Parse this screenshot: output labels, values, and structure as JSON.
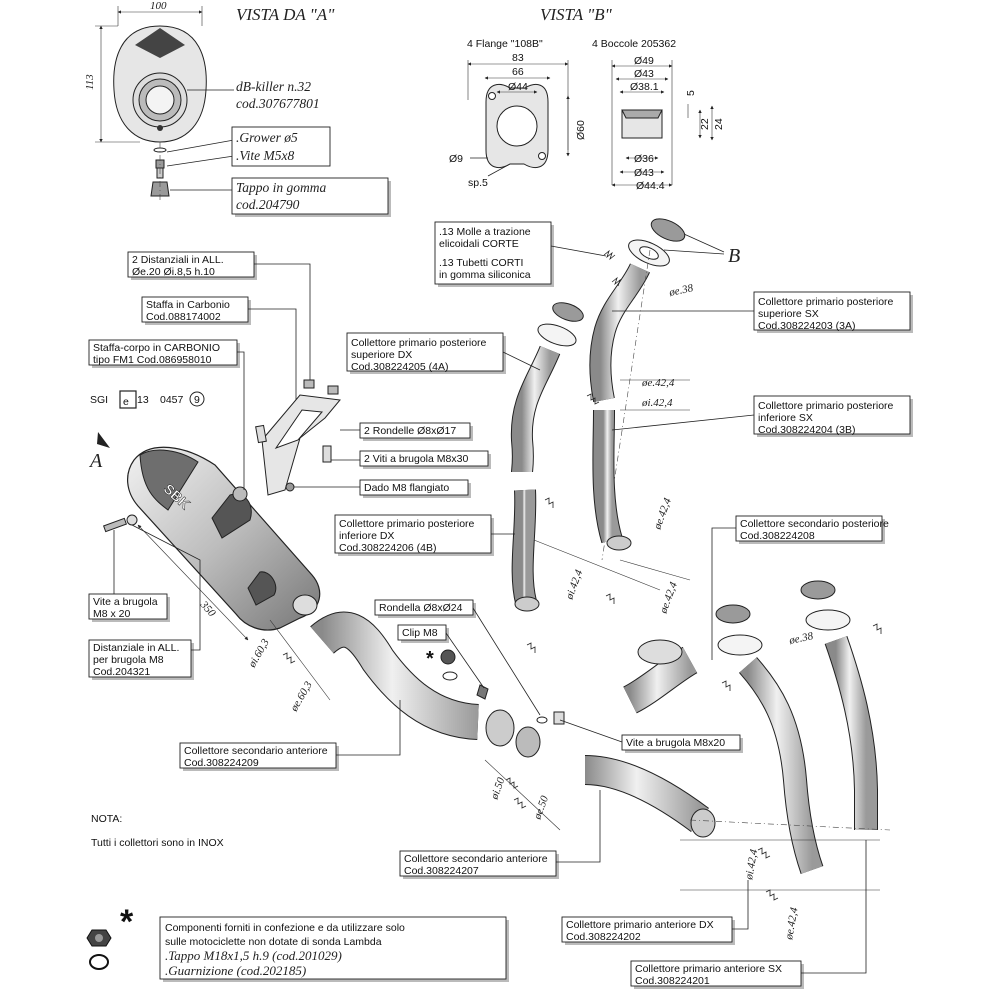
{
  "views": {
    "a_title": "VISTA DA \"A\"",
    "b_title": "VISTA \"B\"",
    "a_width": "100",
    "a_height": "113"
  },
  "view_b": {
    "flange_title": "4 Flange \"108B\"",
    "bushing_title": "4 Boccole 205362",
    "flange_dims": [
      "83",
      "66",
      "Ø44",
      "Ø60",
      "Ø9",
      "sp.5"
    ],
    "bushing_dims": [
      "Ø49",
      "Ø43",
      "Ø38.1",
      "5",
      "22",
      "24",
      "Ø36",
      "Ø43",
      "Ø44.4"
    ]
  },
  "view_a_notes": {
    "dbkiller_1": "dB-killer n.32",
    "dbkiller_2": "cod.307677801",
    "grower": ".Grower ø5",
    "vite": ".Vite M5x8",
    "tappo_1": "Tappo in gomma",
    "tappo_2": "cod.204790"
  },
  "callouts": [
    {
      "id": "molle",
      "lines": [
        ".13 Molle a trazione",
        "elicoidali CORTE",
        ".13 Tubetti CORTI",
        "in gomma siliconica"
      ]
    },
    {
      "id": "distanziali",
      "lines": [
        "2 Distanziali in ALL.",
        "Øe.20 Øi.8,5 h.10"
      ]
    },
    {
      "id": "staffa",
      "lines": [
        "Staffa in Carbonio",
        "Cod.088174002"
      ]
    },
    {
      "id": "staffa_corpo",
      "lines": [
        "Staffa-corpo in CARBONIO",
        "tipo FM1  Cod.086958010"
      ]
    },
    {
      "id": "coll_4a",
      "lines": [
        "Collettore primario posteriore",
        "superiore DX",
        "Cod.308224205 (4A)"
      ]
    },
    {
      "id": "coll_3a",
      "lines": [
        "Collettore primario posteriore",
        "superiore SX",
        "Cod.308224203 (3A)"
      ]
    },
    {
      "id": "coll_3b",
      "lines": [
        "Collettore primario posteriore",
        "inferiore SX",
        "Cod.308224204 (3B)"
      ]
    },
    {
      "id": "rondelle",
      "lines": [
        "2 Rondelle Ø8xØ17"
      ]
    },
    {
      "id": "viti",
      "lines": [
        "2 Viti a brugola M8x30"
      ]
    },
    {
      "id": "dado",
      "lines": [
        "Dado M8 flangiato"
      ]
    },
    {
      "id": "coll_4b",
      "lines": [
        "Collettore primario posteriore",
        "inferiore DX",
        "Cod.308224206 (4B)"
      ]
    },
    {
      "id": "coll_sec_post",
      "lines": [
        "Collettore secondario posteriore",
        "Cod.308224208"
      ]
    },
    {
      "id": "vite_m8x20",
      "lines": [
        "Vite a brugola",
        "M8 x 20"
      ]
    },
    {
      "id": "distanziale",
      "lines": [
        "Distanziale in ALL.",
        "per brugola M8",
        "Cod.204321"
      ]
    },
    {
      "id": "rondella",
      "lines": [
        "Rondella Ø8xØ24"
      ]
    },
    {
      "id": "clip",
      "lines": [
        "Clip M8"
      ]
    },
    {
      "id": "vite_brugola",
      "lines": [
        "Vite a brugola M8x20"
      ]
    },
    {
      "id": "coll_sec_ant_1",
      "lines": [
        "Collettore secondario anteriore",
        "Cod.308224209"
      ]
    },
    {
      "id": "coll_sec_ant_2",
      "lines": [
        "Collettore secondario anteriore",
        "Cod.308224207"
      ]
    },
    {
      "id": "coll_prim_dx",
      "lines": [
        "Collettore primario anteriore DX",
        "Cod.308224202"
      ]
    },
    {
      "id": "coll_prim_sx",
      "lines": [
        "Collettore primario anteriore SX",
        "Cod.308224201"
      ]
    }
  ],
  "homologation": {
    "prefix": "SGI",
    "mark": "e",
    "mark_number": "13",
    "code": "0457",
    "circled": "9"
  },
  "view_markers": {
    "a": "A",
    "b": "B"
  },
  "dimensions": {
    "silencer_length": "350",
    "pipe": [
      "øi.60,3",
      "øe.60,3",
      "øe.38",
      "øe.42,4",
      "øi.42,4",
      "øe.42,4",
      "øi.42,4",
      "øe.42,4",
      "øi.50",
      "øe.50",
      "øe.38",
      "øi.42,4",
      "øe.42,4"
    ]
  },
  "nota": {
    "title": "NOTA:",
    "text": "Tutti i collettori sono in INOX"
  },
  "kit": {
    "star": "*",
    "line1": "Componenti forniti in confezione e da utilizzare solo",
    "line2": "sulle motociclette non dotate di sonda Lambda",
    "line3": ".Tappo M18x1,5 h.9 (cod.201029)",
    "line4": ".Guarnizione (cod.202185)"
  },
  "brand": {
    "logo": "SBK"
  }
}
